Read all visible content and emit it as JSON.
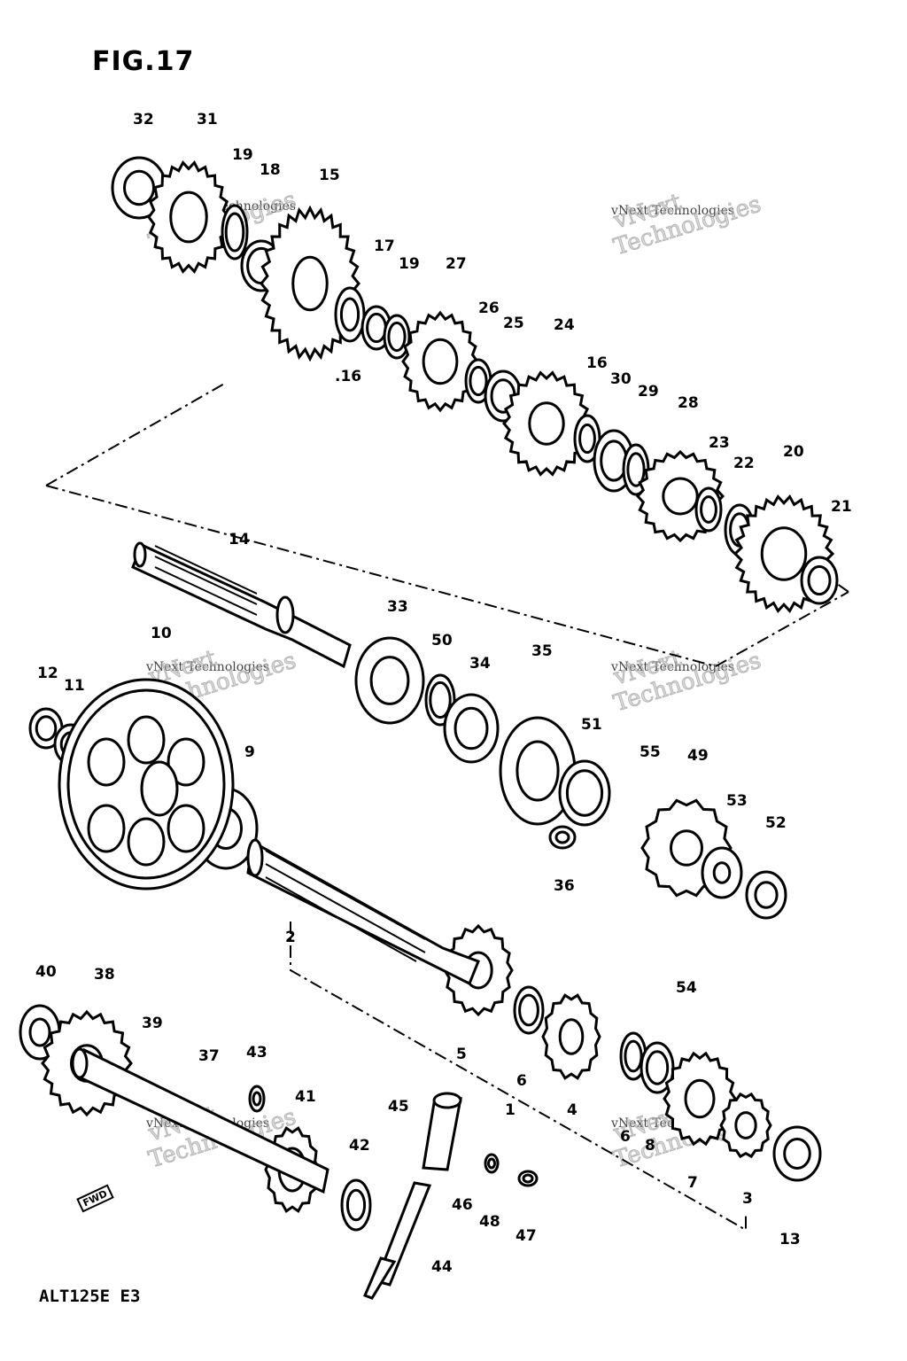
{
  "title": "FIG.17",
  "model": "ALT125E E3",
  "fwd_label": "FWD",
  "watermark": {
    "line1": "vNext",
    "line2": "Technologies",
    "small": "vNext Technologies"
  },
  "labels": [
    {
      "id": "32",
      "text": "32"
    },
    {
      "id": "31",
      "text": "31"
    },
    {
      "id": "19a",
      "text": "19"
    },
    {
      "id": "18",
      "text": "18"
    },
    {
      "id": "15",
      "text": "15"
    },
    {
      "id": "17",
      "text": "17"
    },
    {
      "id": "19b",
      "text": "19"
    },
    {
      "id": "27",
      "text": "27"
    },
    {
      "id": "16a",
      "text": ".16"
    },
    {
      "id": "26",
      "text": "26"
    },
    {
      "id": "25",
      "text": "25"
    },
    {
      "id": "24",
      "text": "24"
    },
    {
      "id": "16b",
      "text": "16"
    },
    {
      "id": "30",
      "text": "30"
    },
    {
      "id": "29",
      "text": "29"
    },
    {
      "id": "28",
      "text": "28"
    },
    {
      "id": "23",
      "text": "23"
    },
    {
      "id": "22",
      "text": "22"
    },
    {
      "id": "20",
      "text": "20"
    },
    {
      "id": "21",
      "text": "21"
    },
    {
      "id": "14",
      "text": "14"
    },
    {
      "id": "33",
      "text": "33"
    },
    {
      "id": "50",
      "text": "50"
    },
    {
      "id": "34",
      "text": "34"
    },
    {
      "id": "35",
      "text": "35"
    },
    {
      "id": "51",
      "text": "51"
    },
    {
      "id": "55",
      "text": "55"
    },
    {
      "id": "49",
      "text": "49"
    },
    {
      "id": "53",
      "text": "53"
    },
    {
      "id": "52",
      "text": "52"
    },
    {
      "id": "36",
      "text": "36"
    },
    {
      "id": "54",
      "text": "54"
    },
    {
      "id": "10",
      "text": "10"
    },
    {
      "id": "12",
      "text": "12"
    },
    {
      "id": "11",
      "text": "11"
    },
    {
      "id": "9",
      "text": "9"
    },
    {
      "id": "2",
      "text": "2"
    },
    {
      "id": "5",
      "text": "5"
    },
    {
      "id": "6a",
      "text": "6"
    },
    {
      "id": "4",
      "text": "4"
    },
    {
      "id": "1",
      "text": "1"
    },
    {
      "id": "6b",
      "text": "6"
    },
    {
      "id": "8",
      "text": "8"
    },
    {
      "id": "7",
      "text": "7"
    },
    {
      "id": "3",
      "text": "3"
    },
    {
      "id": "13",
      "text": "13"
    },
    {
      "id": "40",
      "text": "40"
    },
    {
      "id": "38",
      "text": "38"
    },
    {
      "id": "39",
      "text": "39"
    },
    {
      "id": "37",
      "text": "37"
    },
    {
      "id": "43",
      "text": "43"
    },
    {
      "id": "41",
      "text": "41"
    },
    {
      "id": "42",
      "text": "42"
    },
    {
      "id": "45",
      "text": "45"
    },
    {
      "id": "48",
      "text": "48"
    },
    {
      "id": "47",
      "text": "47"
    },
    {
      "id": "46",
      "text": "46"
    },
    {
      "id": "44",
      "text": "44"
    }
  ]
}
